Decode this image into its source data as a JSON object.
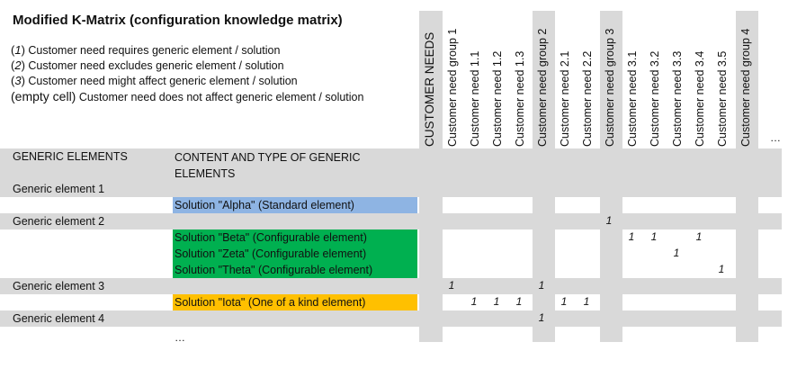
{
  "title": "Modified K-Matrix (configuration knowledge matrix)",
  "legend": [
    {
      "code": "(1)",
      "text": " Customer need requires generic element / solution"
    },
    {
      "code": "(2)",
      "text": " Customer need excludes generic element / solution"
    },
    {
      "code": "(3)",
      "text": " Customer need might affect generic element / solution"
    },
    {
      "code": "(empty cell)",
      "text": " Customer need does not affect generic element / solution"
    }
  ],
  "columns": [
    "CUSTOMER NEEDS",
    "Customer need group 1",
    "Customer need 1.1",
    "Customer need 1.2",
    "Customer need 1.3",
    "Customer need group 2",
    "Customer need 2.1",
    "Customer need 2.2",
    "Customer need group 3",
    "Customer need 3.1",
    "Customer need 3.2",
    "Customer need 3.3",
    "Customer need 3.4",
    "Customer need 3.5",
    "Customer need group 4"
  ],
  "columns_more": "…",
  "header": {
    "generic_elements": "GENERIC ELEMENTS",
    "content_type": "CONTENT AND TYPE OF GENERIC ELEMENTS"
  },
  "rows": [
    {
      "label": "Generic element 1"
    },
    {
      "solution": "Solution \"Alpha\" (Standard element)",
      "color": "#8eb4e3"
    },
    {
      "label": "Generic element 2",
      "marks": {
        "8": "1"
      }
    },
    {
      "solution": "Solution \"Beta\" (Configurable element)",
      "color": "#00b050",
      "marks": {
        "9": "1",
        "10": "1",
        "12": "1"
      }
    },
    {
      "solution": "Solution \"Zeta\" (Configurable element)",
      "color": "#00b050",
      "marks": {
        "11": "1"
      }
    },
    {
      "solution": "Solution \"Theta\" (Configurable element)",
      "color": "#00b050",
      "marks": {
        "13": "1"
      }
    },
    {
      "label": "Generic element 3",
      "marks": {
        "1": "1",
        "5": "1"
      }
    },
    {
      "solution": "Solution \"Iota\" (One of a kind element)",
      "color": "#ffc000",
      "marks": {
        "2": "1",
        "3": "1",
        "4": "1",
        "6": "1",
        "7": "1"
      }
    },
    {
      "label": "Generic element 4",
      "marks": {
        "5": "1"
      }
    }
  ],
  "rows_more": "…"
}
